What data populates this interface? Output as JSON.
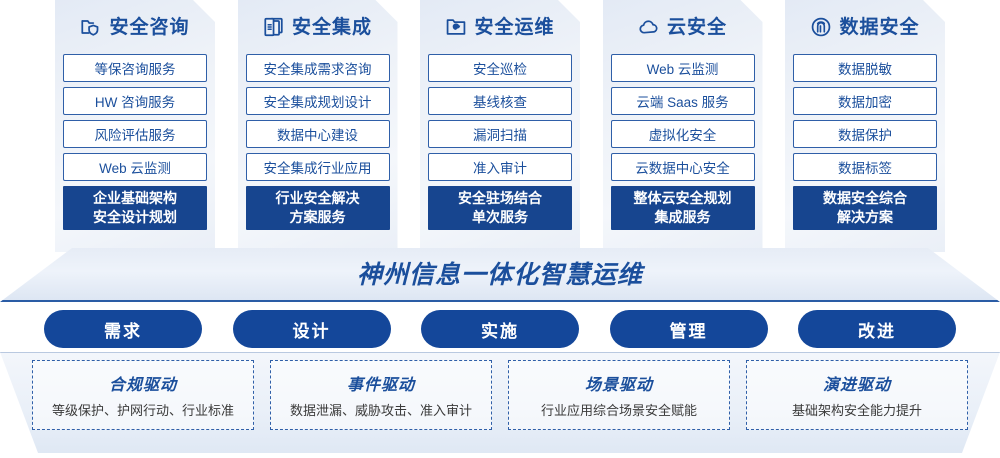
{
  "pillars": [
    {
      "icon": "folder-shield-icon",
      "title": "安全咨询",
      "items": [
        "等保咨询服务",
        "HW 咨询服务",
        "风险评估服务",
        "Web 云监测"
      ],
      "summary_line1": "企业基础架构",
      "summary_line2": "安全设计规划"
    },
    {
      "icon": "documents-stack-icon",
      "title": "安全集成",
      "items": [
        "安全集成需求咨询",
        "安全集成规划设计",
        "数据中心建设",
        "安全集成行业应用"
      ],
      "summary_line1": "行业安全解决",
      "summary_line2": "方案服务"
    },
    {
      "icon": "folder-chart-icon",
      "title": "安全运维",
      "items": [
        "安全巡检",
        "基线核查",
        "漏洞扫描",
        "准入审计"
      ],
      "summary_line1": "安全驻场结合",
      "summary_line2": "单次服务"
    },
    {
      "icon": "cloud-icon",
      "title": "云安全",
      "items": [
        "Web 云监测",
        "云端 Saas 服务",
        "虚拟化安全",
        "云数据中心安全"
      ],
      "summary_line1": "整体云安全规划",
      "summary_line2": "集成服务"
    },
    {
      "icon": "fingerprint-icon",
      "title": "数据安全",
      "items": [
        "数据脱敏",
        "数据加密",
        "数据保护",
        "数据标签"
      ],
      "summary_line1": "数据安全综合",
      "summary_line2": "解决方案"
    }
  ],
  "banner": {
    "text": "神州信息一体化智慧运维"
  },
  "phases": [
    {
      "label": "需求"
    },
    {
      "label": "设计"
    },
    {
      "label": "实施"
    },
    {
      "label": "管理"
    },
    {
      "label": "改进"
    }
  ],
  "drivers": [
    {
      "title": "合规驱动",
      "desc": "等级保护、护网行动、行业标准"
    },
    {
      "title": "事件驱动",
      "desc": "数据泄漏、威胁攻击、准入审计"
    },
    {
      "title": "场景驱动",
      "desc": "行业应用综合场景安全赋能"
    },
    {
      "title": "演进驱动",
      "desc": "基础架构安全能力提升"
    }
  ],
  "colors": {
    "primary_blue": "#1b4f9c",
    "deep_blue": "#14479a",
    "summary_blue": "#17458f",
    "border_blue": "#2f5fa8",
    "card_bg_light": "#eef2f8"
  }
}
